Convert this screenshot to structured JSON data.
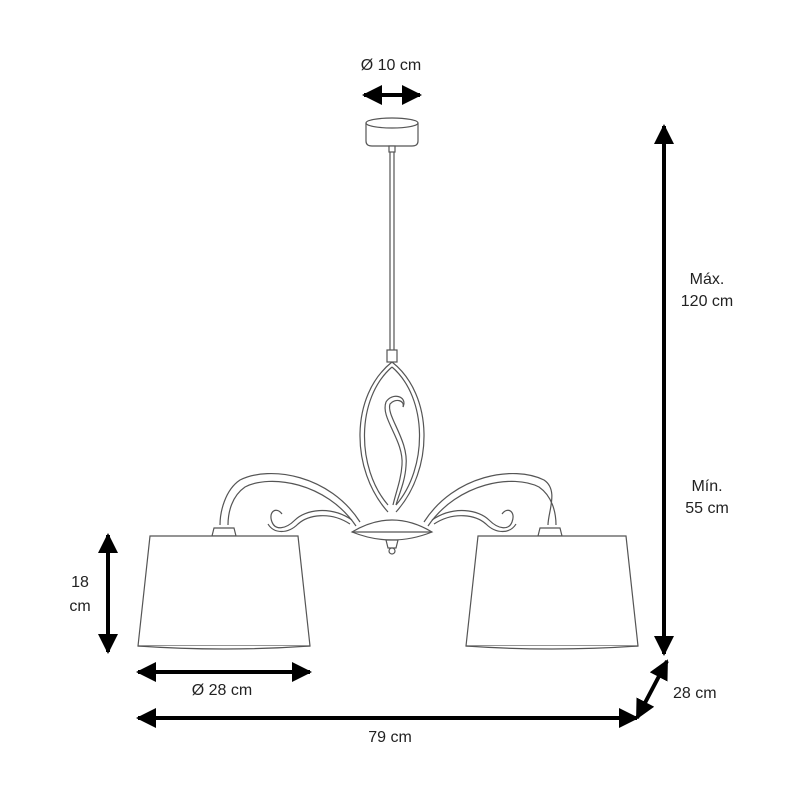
{
  "dimensions": {
    "canopy_diameter": "Ø 10 cm",
    "height_max_label": "Máx.",
    "height_max_value": "120 cm",
    "height_min_label": "Mín.",
    "height_min_value": "55 cm",
    "shade_height_value": "18",
    "shade_height_unit": "cm",
    "shade_diameter": "Ø 28 cm",
    "total_width": "79 cm",
    "depth": "28 cm"
  },
  "colors": {
    "line": "#555555",
    "arrow": "#000000",
    "text": "#222222"
  }
}
